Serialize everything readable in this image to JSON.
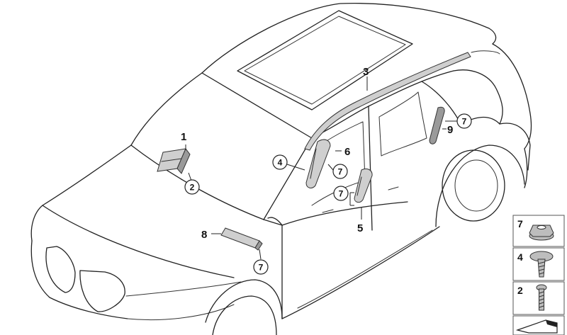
{
  "diagram": {
    "callouts": {
      "c1": "1",
      "c2": "2",
      "c3": "3",
      "c4": "4",
      "c5": "5",
      "c6": "6",
      "c7a": "7",
      "c7b": "7",
      "c7c": "7",
      "c7d": "7",
      "c8": "8",
      "c9": "9"
    },
    "legend": {
      "items": [
        {
          "label": "7",
          "icon": "flange-nut-icon"
        },
        {
          "label": "4",
          "icon": "truss-head-screw-icon"
        },
        {
          "label": "2",
          "icon": "bolt-icon"
        },
        {
          "label": "",
          "icon": "wedge-shim-icon"
        }
      ]
    }
  }
}
